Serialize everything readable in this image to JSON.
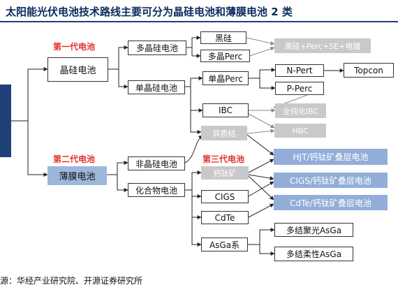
{
  "title": "太阳能光伏电池技术路线主要可分为晶硅电池和薄膜电池 2 类",
  "labels": {
    "gen1": "第一代电池",
    "gen2": "第二代电池",
    "gen3": "第三代电池"
  },
  "nodes": {
    "crystalline": "晶硅电池",
    "thin_film": "薄膜电池",
    "multi_si": "多晶硅电池",
    "mono_si": "单晶硅电池",
    "amorphous_si": "非晶硅电池",
    "compound": "化合物电池",
    "black_si": "黑硅",
    "multi_perc": "多晶Perc",
    "black_si_combo": "黑硅+Perc+SE+电镀",
    "mono_perc": "单晶Perc",
    "n_pert": "N-Pert",
    "topcon": "Topcon",
    "p_perc": "P-Perc",
    "ibc": "IBC",
    "full_passivation_ibc": "全钝化IBC",
    "heterojunction": "异质结",
    "hbc": "HBC",
    "perovskite": "钙钛矿",
    "hjt_tandem": "HJT/钙钛矿叠层电池",
    "cigs": "CIGS",
    "cigs_tandem": "CIGS/钙钛矿叠层电池",
    "cdte": "CdTe",
    "cdte_tandem": "CdTe/钙钛矿叠层电池",
    "asga": "AsGa系",
    "multi_junction_concentrator": "多结聚光AsGa",
    "multi_junction_flexible": "多结柔性AsGa"
  },
  "source": "源：华经产业研究院、开源证券研究所",
  "colors": {
    "title": "#0a2a5e",
    "rule": "#1f3f78",
    "red_label": "#e53030",
    "gray_box": "#c9c9c9",
    "blue_box": "#92aed8",
    "thin_film_box": "#9db7dc",
    "line": "#222222"
  }
}
